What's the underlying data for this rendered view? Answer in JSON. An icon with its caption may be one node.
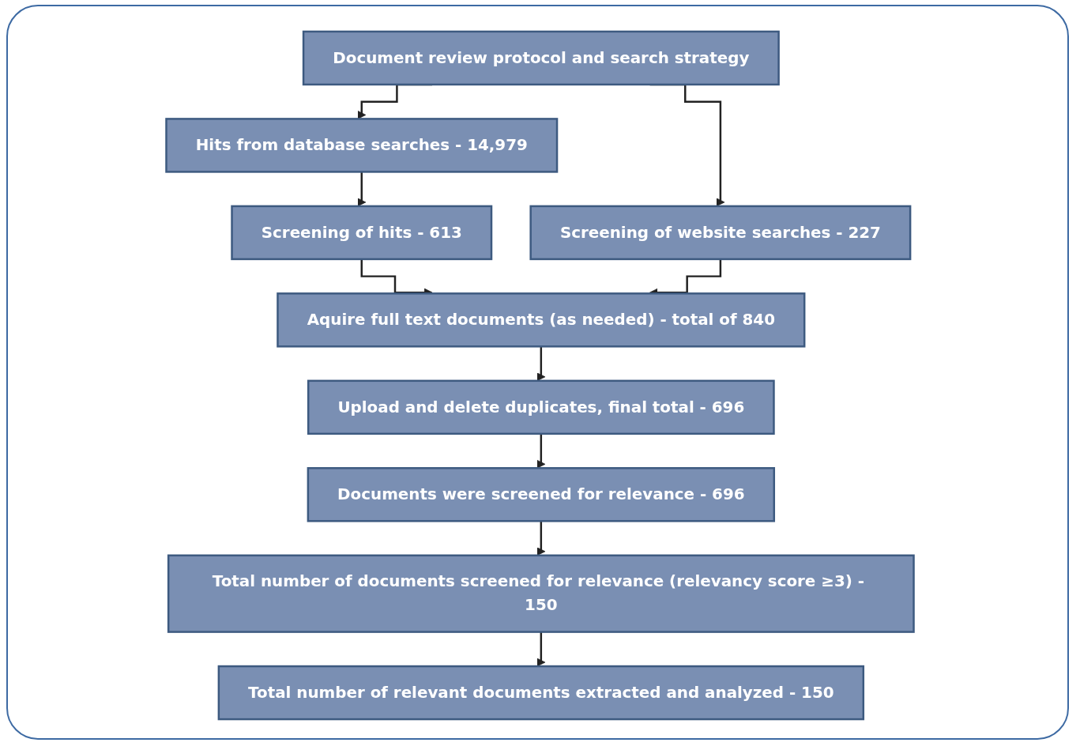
{
  "diagram": {
    "nodes": [
      {
        "text": [
          "Document review protocol and search strategy"
        ]
      },
      {
        "text": [
          "Hits from database searches - 14,979"
        ]
      },
      {
        "text": [
          "Screening of website searches - 227"
        ]
      },
      {
        "text": [
          "Screening of hits - 613"
        ]
      },
      {
        "text": [
          "Aquire full text documents (as needed) - total of 840"
        ]
      },
      {
        "text": [
          "Upload and delete duplicates, final total - 696"
        ]
      },
      {
        "text": [
          "Documents were screened for relevance - 696"
        ]
      },
      {
        "text": [
          "Total number of documents screened for relevance (relevancy score ≥3) - 150"
        ]
      },
      {
        "text": [
          "Total number of relevant documents extracted and analyzed - 150"
        ]
      }
    ],
    "edges": [
      {
        "from": 0,
        "to": 1,
        "arrow": "to"
      },
      {
        "from": 0,
        "to": 2,
        "arrow": "to"
      },
      {
        "from": 1,
        "to": 3,
        "arrow": "to"
      },
      {
        "from": 3,
        "to": 4,
        "arrow": "to"
      },
      {
        "from": 2,
        "to": 4,
        "arrow": "to"
      },
      {
        "from": 4,
        "to": 5,
        "arrow": "to"
      },
      {
        "from": 5,
        "to": 6,
        "arrow": "to"
      },
      {
        "from": 6,
        "to": 7,
        "arrow": "to"
      },
      {
        "from": 7,
        "to": 8,
        "arrow": "to"
      }
    ]
  }
}
